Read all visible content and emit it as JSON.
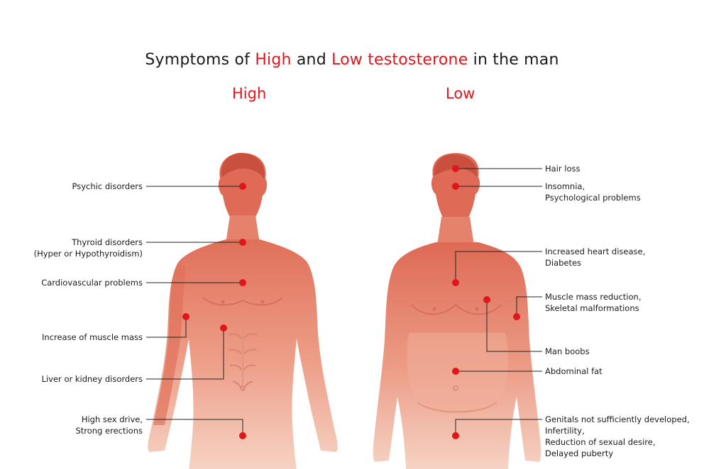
{
  "title": {
    "prefix": "Symptoms of ",
    "high": "High",
    "middle": " and ",
    "low": "Low testosterone",
    "suffix": " in the man"
  },
  "columns": {
    "high": "High",
    "low": "Low"
  },
  "high_labels": {
    "psychic": "Psychic disorders",
    "thyroid_1": "Thyroid disorders",
    "thyroid_2": "(Hyper or Hypothyroidism)",
    "cardio": "Cardiovascular problems",
    "muscle": "Increase of muscle mass",
    "liver": "Liver or kidney disorders",
    "sex_1": "High sex drive,",
    "sex_2": "Strong erections"
  },
  "low_labels": {
    "hair": "Hair loss",
    "insomnia_1": "Insomnia,",
    "insomnia_2": "Psychological problems",
    "heart_1": "Increased heart disease,",
    "heart_2": "Diabetes",
    "muscle_1": "Muscle mass reduction,",
    "muscle_2": "Skeletal malformations",
    "boobs": "Man boobs",
    "fat": "Abdominal fat",
    "genitals_1": "Genitals not sufficiently developed,",
    "genitals_2": "Infertility,",
    "genitals_3": "Reduction of sexual desire,",
    "genitals_4": "Delayed puberty"
  },
  "colors": {
    "accent_red": "#e0161c",
    "skin_dark": "#d9624f",
    "skin_light": "#f3c4b3"
  }
}
